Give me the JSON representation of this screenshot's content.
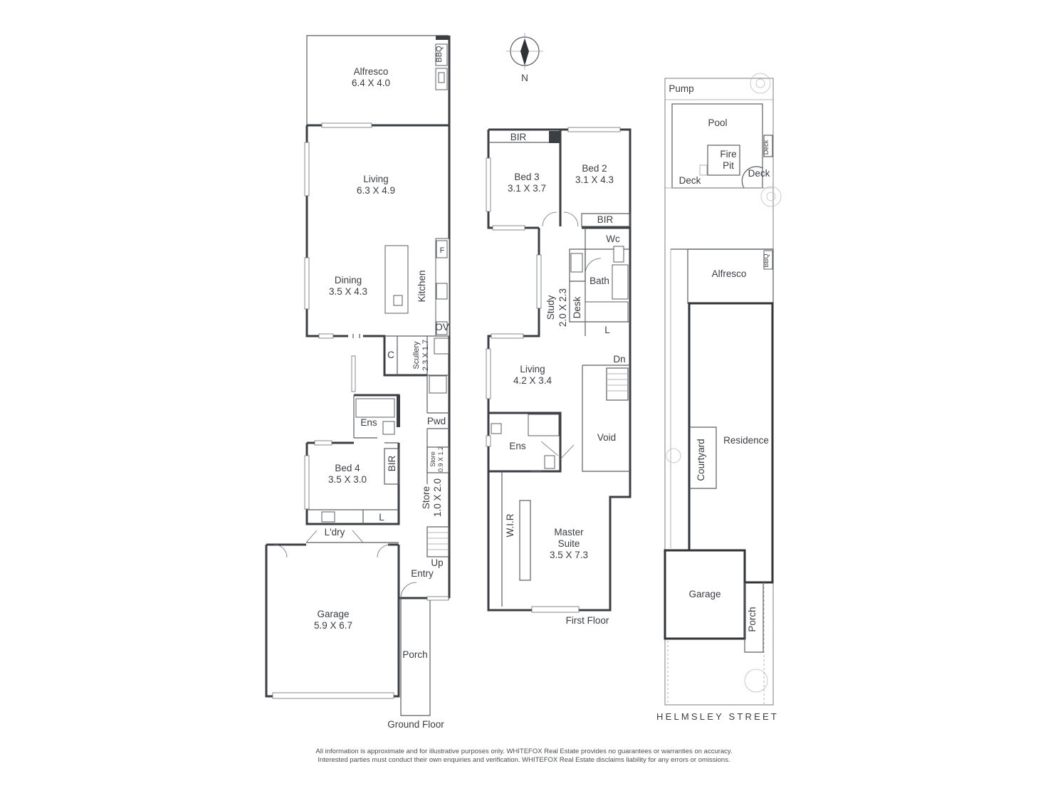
{
  "compass": {
    "label": "N"
  },
  "ground_floor": {
    "title": "Ground Floor",
    "rooms": {
      "alfresco": {
        "name": "Alfresco",
        "size": "6.4 X 4.0"
      },
      "bbq": "BBQ",
      "living": {
        "name": "Living",
        "size": "6.3 X 4.9"
      },
      "dining": {
        "name": "Dining",
        "size": "3.5 X 4.3"
      },
      "kitchen": "Kitchen",
      "fridge": "F",
      "oven": "OV",
      "scullery": {
        "name": "Scullery",
        "size": "2.3 X 1.7"
      },
      "cupboard": "C",
      "ensuite": "Ens",
      "bed4": {
        "name": "Bed 4",
        "size": "3.5 X 3.0"
      },
      "bir": "BIR",
      "powder": "Pwd",
      "store_small": {
        "name": "Store",
        "size": "0.9 X 1.2"
      },
      "store": {
        "name": "Store",
        "size": "1.0 X 2.0"
      },
      "linen": "L",
      "laundry": "L'dry",
      "up": "Up",
      "entry": "Entry",
      "garage": {
        "name": "Garage",
        "size": "5.9 X 6.7"
      },
      "porch": "Porch"
    }
  },
  "first_floor": {
    "title": "First Floor",
    "rooms": {
      "bir_top": "BIR",
      "bed3": {
        "name": "Bed 3",
        "size": "3.1 X 3.7"
      },
      "bed2": {
        "name": "Bed 2",
        "size": "3.1 X 4.3"
      },
      "bir_bed2": "BIR",
      "wc": "Wc",
      "bath": "Bath",
      "study": {
        "name": "Study",
        "size": "2.0 X 2.3"
      },
      "desk": "Desk",
      "linen": "L",
      "living": {
        "name": "Living",
        "size": "4.2 X 3.4"
      },
      "dn": "Dn",
      "ensuite": "Ens",
      "void": "Void",
      "wir": "W.I.R",
      "master": {
        "name": "Master",
        "name2": "Suite",
        "size": "3.5 X 7.3"
      }
    }
  },
  "site_plan": {
    "pump": "Pump",
    "pool": "Pool",
    "fire_pit": "Fire",
    "fire_pit2": "Pit",
    "deck_left": "Deck",
    "deck_right": "Deck",
    "deck_small": "Deck",
    "alfresco": "Alfresco",
    "bbq": "BBQ",
    "residence": "Residence",
    "courtyard": "Courtyard",
    "garage": "Garage",
    "porch": "Porch",
    "street": "HELMSLEY STREET"
  },
  "disclaimer": {
    "line1": "All information is approximate and for illustrative purposes only. WHITEFOX Real Estate provides no guarantees or warranties on accuracy.",
    "line2": "Interested parties must conduct their own enquiries and verification. WHITEFOX Real Estate disclaims liability for any errors or omissions."
  }
}
